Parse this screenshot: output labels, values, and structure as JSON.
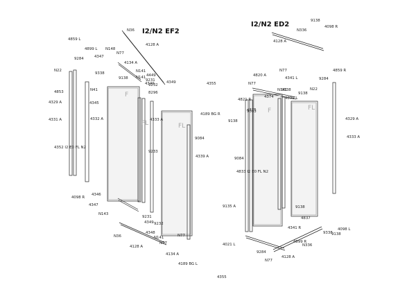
{
  "titles": {
    "left": "I2/N2 EF2",
    "right": "I2/N2 ED2"
  },
  "left_labels": [
    "N36",
    "4128 A",
    "4859 L",
    "4899 L",
    "N148",
    "N77",
    "9284",
    "4347",
    "4134 A",
    "4349",
    "N22",
    "9338",
    "N141",
    "N141",
    "4449",
    "9231",
    "4853",
    "N41",
    "9138",
    "9232",
    "4329 A",
    "4345",
    "8296",
    "4349",
    "4331 A",
    "4332 A",
    "4333 A",
    "4355",
    "4189 BG R",
    "9084",
    "4352 I2 E0 FL N2",
    "9233",
    "4339 A",
    "4098 R",
    "4346",
    "4347",
    "N143",
    "4349",
    "9232",
    "9231",
    "N36",
    "4348",
    "N141",
    "4128 A",
    "N77",
    "N77",
    "4134 A",
    "4189 BG L",
    "4355",
    "F",
    "FL",
    "FL"
  ],
  "right_labels": [
    "9138",
    "N336",
    "4098 R",
    "4128 A",
    "4820 A",
    "N77",
    "4341 L",
    "9284",
    "4859 R",
    "N77",
    "N141",
    "9138",
    "4899 L",
    "4821 R",
    "4374",
    "N22",
    "9083",
    "4375",
    "9138",
    "9138",
    "4329 A",
    "9084",
    "4333 A",
    "4833 I2 E0 FL N2",
    "9138",
    "9135 A",
    "4837",
    "4341 R",
    "4021 L",
    "4899 R",
    "N77",
    "9284",
    "9338",
    "9138",
    "N336",
    "4128 A",
    "4098 L",
    "F",
    "FL"
  ]
}
